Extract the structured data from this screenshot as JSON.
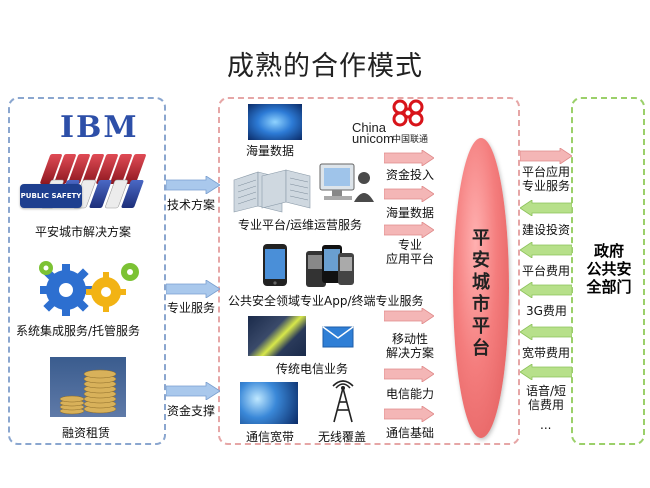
{
  "title": "成熟的合作模式",
  "left": {
    "logo": "IBM",
    "public_safety_badge": "PUBLIC SAFETY",
    "items": [
      "平安城市解决方案",
      "系统集成服务/托管服务",
      "融资租赁"
    ]
  },
  "left_arrows": [
    "技术方案",
    "专业服务",
    "资金支撑"
  ],
  "middle": {
    "unicom_en_1": "China",
    "unicom_en_2": "unicom",
    "unicom_cn": "中国联通",
    "labels": [
      "海量数据",
      "专业平台/运维运营服务",
      "公共安全领域专业App/终端专业服务",
      "传统电信业务",
      "通信宽带",
      "无线覆盖"
    ]
  },
  "mid_arrows": [
    "资金投入",
    "海量数据",
    "专业\n应用平台",
    "移动性\n解决方案",
    "电信能力",
    "通信基础"
  ],
  "ellipse_text": "平安城市平台",
  "right_arrows": [
    "平台应用\n专业服务",
    "建设投资",
    "平台费用",
    "3G费用",
    "宽带费用",
    "语音/短\n信费用",
    "..."
  ],
  "gov_text": "政府\n公共安\n全部门",
  "colors": {
    "blue_arrow": "#a9c8ec",
    "pink_arrow": "#f4b6b6",
    "green_arrow": "#b7e08a",
    "ellipse": "#f47d7d"
  }
}
